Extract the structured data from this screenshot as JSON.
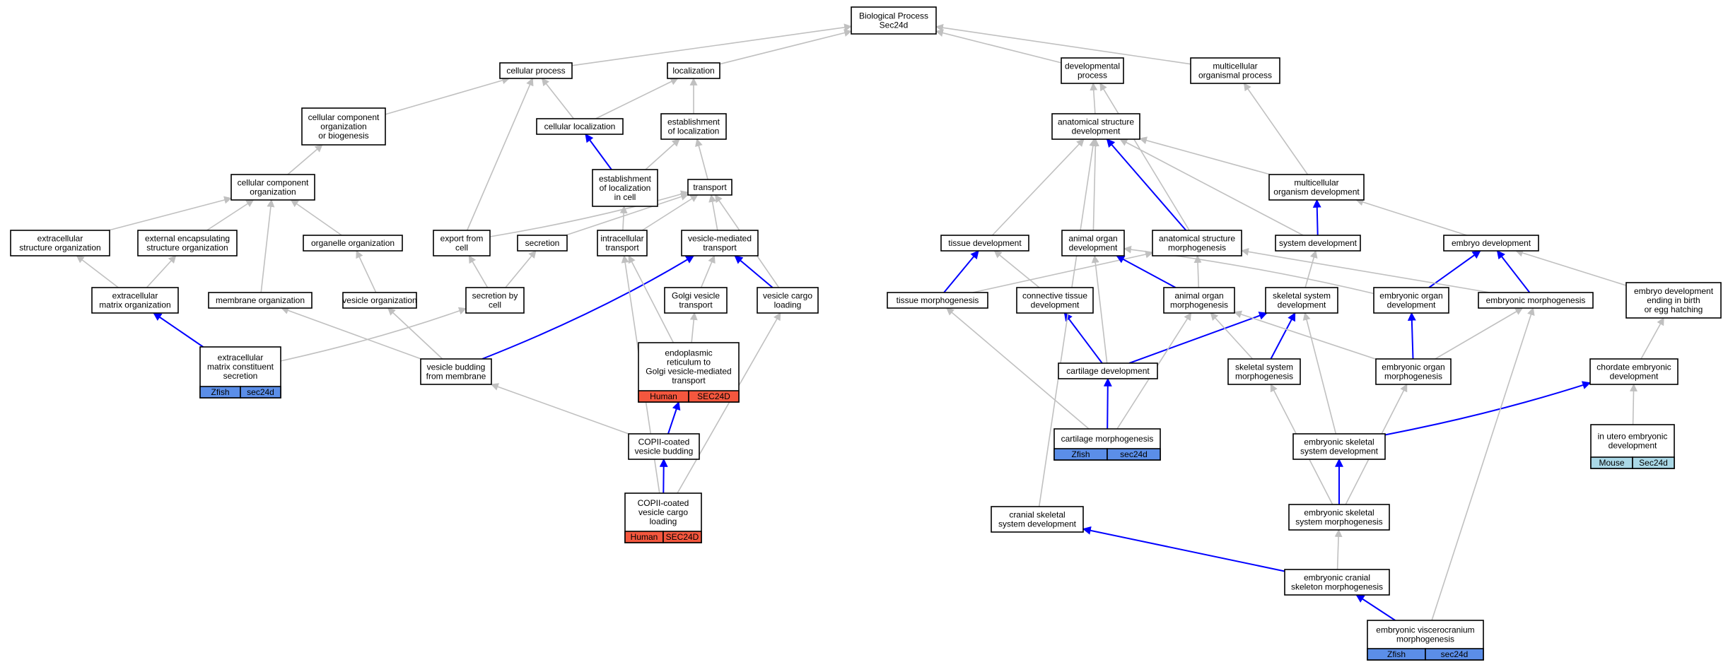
{
  "colors": {
    "gray_edge": "#c0c0c0",
    "blue_edge": "#0000ff",
    "human_tag": "#f4573e",
    "zfish_tag": "#5b8ee8",
    "mouse_tag": "#aad8e6"
  },
  "nodes": {
    "bp": {
      "lines": [
        "Biological Process",
        "Sec24d"
      ]
    },
    "cellular_process": {
      "lines": [
        "cellular process"
      ]
    },
    "localization": {
      "lines": [
        "localization"
      ]
    },
    "developmental_process": {
      "lines": [
        "developmental",
        "process"
      ]
    },
    "multicellular_process": {
      "lines": [
        "multicellular",
        "organismal process"
      ]
    },
    "ccob": {
      "lines": [
        "cellular component",
        "organization",
        "or biogenesis"
      ]
    },
    "cellular_localization": {
      "lines": [
        "cellular localization"
      ]
    },
    "establishment_localization": {
      "lines": [
        "establishment",
        "of localization"
      ]
    },
    "asd": {
      "lines": [
        "anatomical structure",
        "development"
      ]
    },
    "cco": {
      "lines": [
        "cellular component",
        "organization"
      ]
    },
    "elc": {
      "lines": [
        "establishment",
        "of localization",
        "in cell"
      ]
    },
    "transport": {
      "lines": [
        "transport"
      ]
    },
    "mod": {
      "lines": [
        "multicellular",
        "organism development"
      ]
    },
    "extracellular_structure_org": {
      "lines": [
        "extracellular",
        "structure organization"
      ]
    },
    "external_encapsulating": {
      "lines": [
        "external encapsulating",
        "structure organization"
      ]
    },
    "organelle_org": {
      "lines": [
        "organelle organization"
      ]
    },
    "export_from_cell": {
      "lines": [
        "export from",
        "cell"
      ]
    },
    "secretion": {
      "lines": [
        "secretion"
      ]
    },
    "intracellular_transport": {
      "lines": [
        "intracellular",
        "transport"
      ]
    },
    "vesicle_mediated": {
      "lines": [
        "vesicle-mediated",
        "transport"
      ]
    },
    "tissue_development": {
      "lines": [
        "tissue development"
      ]
    },
    "animal_organ_dev": {
      "lines": [
        "animal organ",
        "development"
      ]
    },
    "asm": {
      "lines": [
        "anatomical structure",
        "morphogenesis"
      ]
    },
    "system_development": {
      "lines": [
        "system development"
      ]
    },
    "embryo_development": {
      "lines": [
        "embryo development"
      ]
    },
    "ecm_org": {
      "lines": [
        "extracellular",
        "matrix organization"
      ]
    },
    "membrane_org": {
      "lines": [
        "membrane organization"
      ]
    },
    "vesicle_org": {
      "lines": [
        "vesicle organization"
      ]
    },
    "secretion_by_cell": {
      "lines": [
        "secretion by",
        "cell"
      ]
    },
    "golgi_vesicle": {
      "lines": [
        "Golgi vesicle",
        "transport"
      ]
    },
    "vesicle_cargo_loading": {
      "lines": [
        "vesicle cargo",
        "loading"
      ]
    },
    "tissue_morph": {
      "lines": [
        "tissue morphogenesis"
      ]
    },
    "connective_tissue": {
      "lines": [
        "connective tissue",
        "development"
      ]
    },
    "animal_organ_morph": {
      "lines": [
        "animal organ",
        "morphogenesis"
      ]
    },
    "skeletal_sys_dev": {
      "lines": [
        "skeletal system",
        "development"
      ]
    },
    "embryonic_organ_dev": {
      "lines": [
        "embryonic organ",
        "development"
      ]
    },
    "embryonic_morph": {
      "lines": [
        "embryonic morphogenesis"
      ]
    },
    "embryo_dev_ending": {
      "lines": [
        "embryo development",
        "ending in birth",
        "or egg hatching"
      ]
    },
    "ecm_secretion": {
      "lines": [
        "extracellular",
        "matrix constituent",
        "secretion"
      ],
      "tags": [
        {
          "label": "Zfish",
          "color": "#5b8ee8"
        },
        {
          "label": "sec24d",
          "color": "#5b8ee8"
        }
      ]
    },
    "vesicle_budding_membrane": {
      "lines": [
        "vesicle budding",
        "from membrane"
      ]
    },
    "er_golgi": {
      "lines": [
        "endoplasmic",
        "reticulum to",
        "Golgi vesicle-mediated",
        "transport"
      ],
      "tags": [
        {
          "label": "Human",
          "color": "#f4573e"
        },
        {
          "label": "SEC24D",
          "color": "#f4573e"
        }
      ]
    },
    "cartilage_dev": {
      "lines": [
        "cartilage development"
      ]
    },
    "skeletal_sys_morph": {
      "lines": [
        "skeletal system",
        "morphogenesis"
      ]
    },
    "embryonic_organ_morph": {
      "lines": [
        "embryonic organ",
        "morphogenesis"
      ]
    },
    "chordate_embryonic": {
      "lines": [
        "chordate embryonic",
        "development"
      ]
    },
    "copii_budding": {
      "lines": [
        "COPII-coated",
        "vesicle budding"
      ]
    },
    "cartilage_morph": {
      "lines": [
        "cartilage morphogenesis"
      ],
      "tags": [
        {
          "label": "Zfish",
          "color": "#5b8ee8"
        },
        {
          "label": "sec24d",
          "color": "#5b8ee8"
        }
      ]
    },
    "embryonic_skel_dev": {
      "lines": [
        "embryonic skeletal",
        "system development"
      ]
    },
    "in_utero": {
      "lines": [
        "in utero embryonic",
        "development"
      ],
      "tags": [
        {
          "label": "Mouse",
          "color": "#aad8e6"
        },
        {
          "label": "Sec24d",
          "color": "#aad8e6"
        }
      ]
    },
    "copii_cargo": {
      "lines": [
        "COPII-coated",
        "vesicle cargo",
        "loading"
      ],
      "tags": [
        {
          "label": "Human",
          "color": "#f4573e"
        },
        {
          "label": "SEC24D",
          "color": "#f4573e"
        }
      ]
    },
    "cranial_skel_dev": {
      "lines": [
        "cranial skeletal",
        "system development"
      ]
    },
    "embryonic_skel_morph": {
      "lines": [
        "embryonic skeletal",
        "system morphogenesis"
      ]
    },
    "embryonic_cranial": {
      "lines": [
        "embryonic cranial",
        "skeleton morphogenesis"
      ]
    },
    "embryonic_viscero": {
      "lines": [
        "embryonic viscerocranium",
        "morphogenesis"
      ],
      "tags": [
        {
          "label": "Zfish",
          "color": "#5b8ee8"
        },
        {
          "label": "sec24d",
          "color": "#5b8ee8"
        }
      ]
    }
  }
}
